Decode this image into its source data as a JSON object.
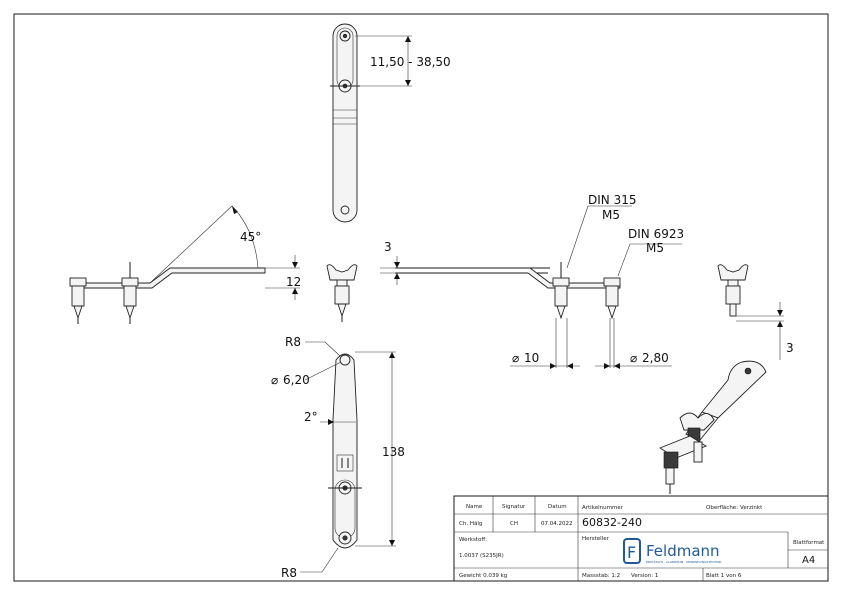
{
  "dimensions": {
    "slot_range": "11,50 - 38,50",
    "angle": "45°",
    "height": "12",
    "thickness_left": "3",
    "thickness_right": "3",
    "din_screw": "DIN 315",
    "din_screw_size": "M5",
    "din_nut": "DIN 6923",
    "din_nut_size": "M5",
    "dia_10": "10",
    "dia_2_80": "2,80",
    "radius_top": "R8",
    "radius_bottom": "R8",
    "dia_6_20": "6,20",
    "angle_2": "2°",
    "length": "138"
  },
  "title_block": {
    "name_label": "Name",
    "signature_label": "Signatur",
    "date_label": "Datum",
    "article_label": "Artikelnummer",
    "surface_label": "Oberfläche:",
    "surface_value": "Verzinkt",
    "name_value": "Ch. Hälg",
    "signature_value": "CH",
    "date_value": "07.04.2022",
    "article_value": "60832-240",
    "material_label": "Werkstoff:",
    "material_value": "1.0037 (S235JR)",
    "manufacturer_label": "Hersteller",
    "format_label": "Blattformat",
    "format_value": "A4",
    "weight": "Gewicht 0.039 kg",
    "scale": "Massstab: 1:2",
    "version": "Version: 1",
    "sheet": "Blatt 1 von 6",
    "logo_text": "Feldmann",
    "logo_sub": "EDELSTAHL · ALUMINIUM · VERBINDUNGSTECHNIK"
  }
}
